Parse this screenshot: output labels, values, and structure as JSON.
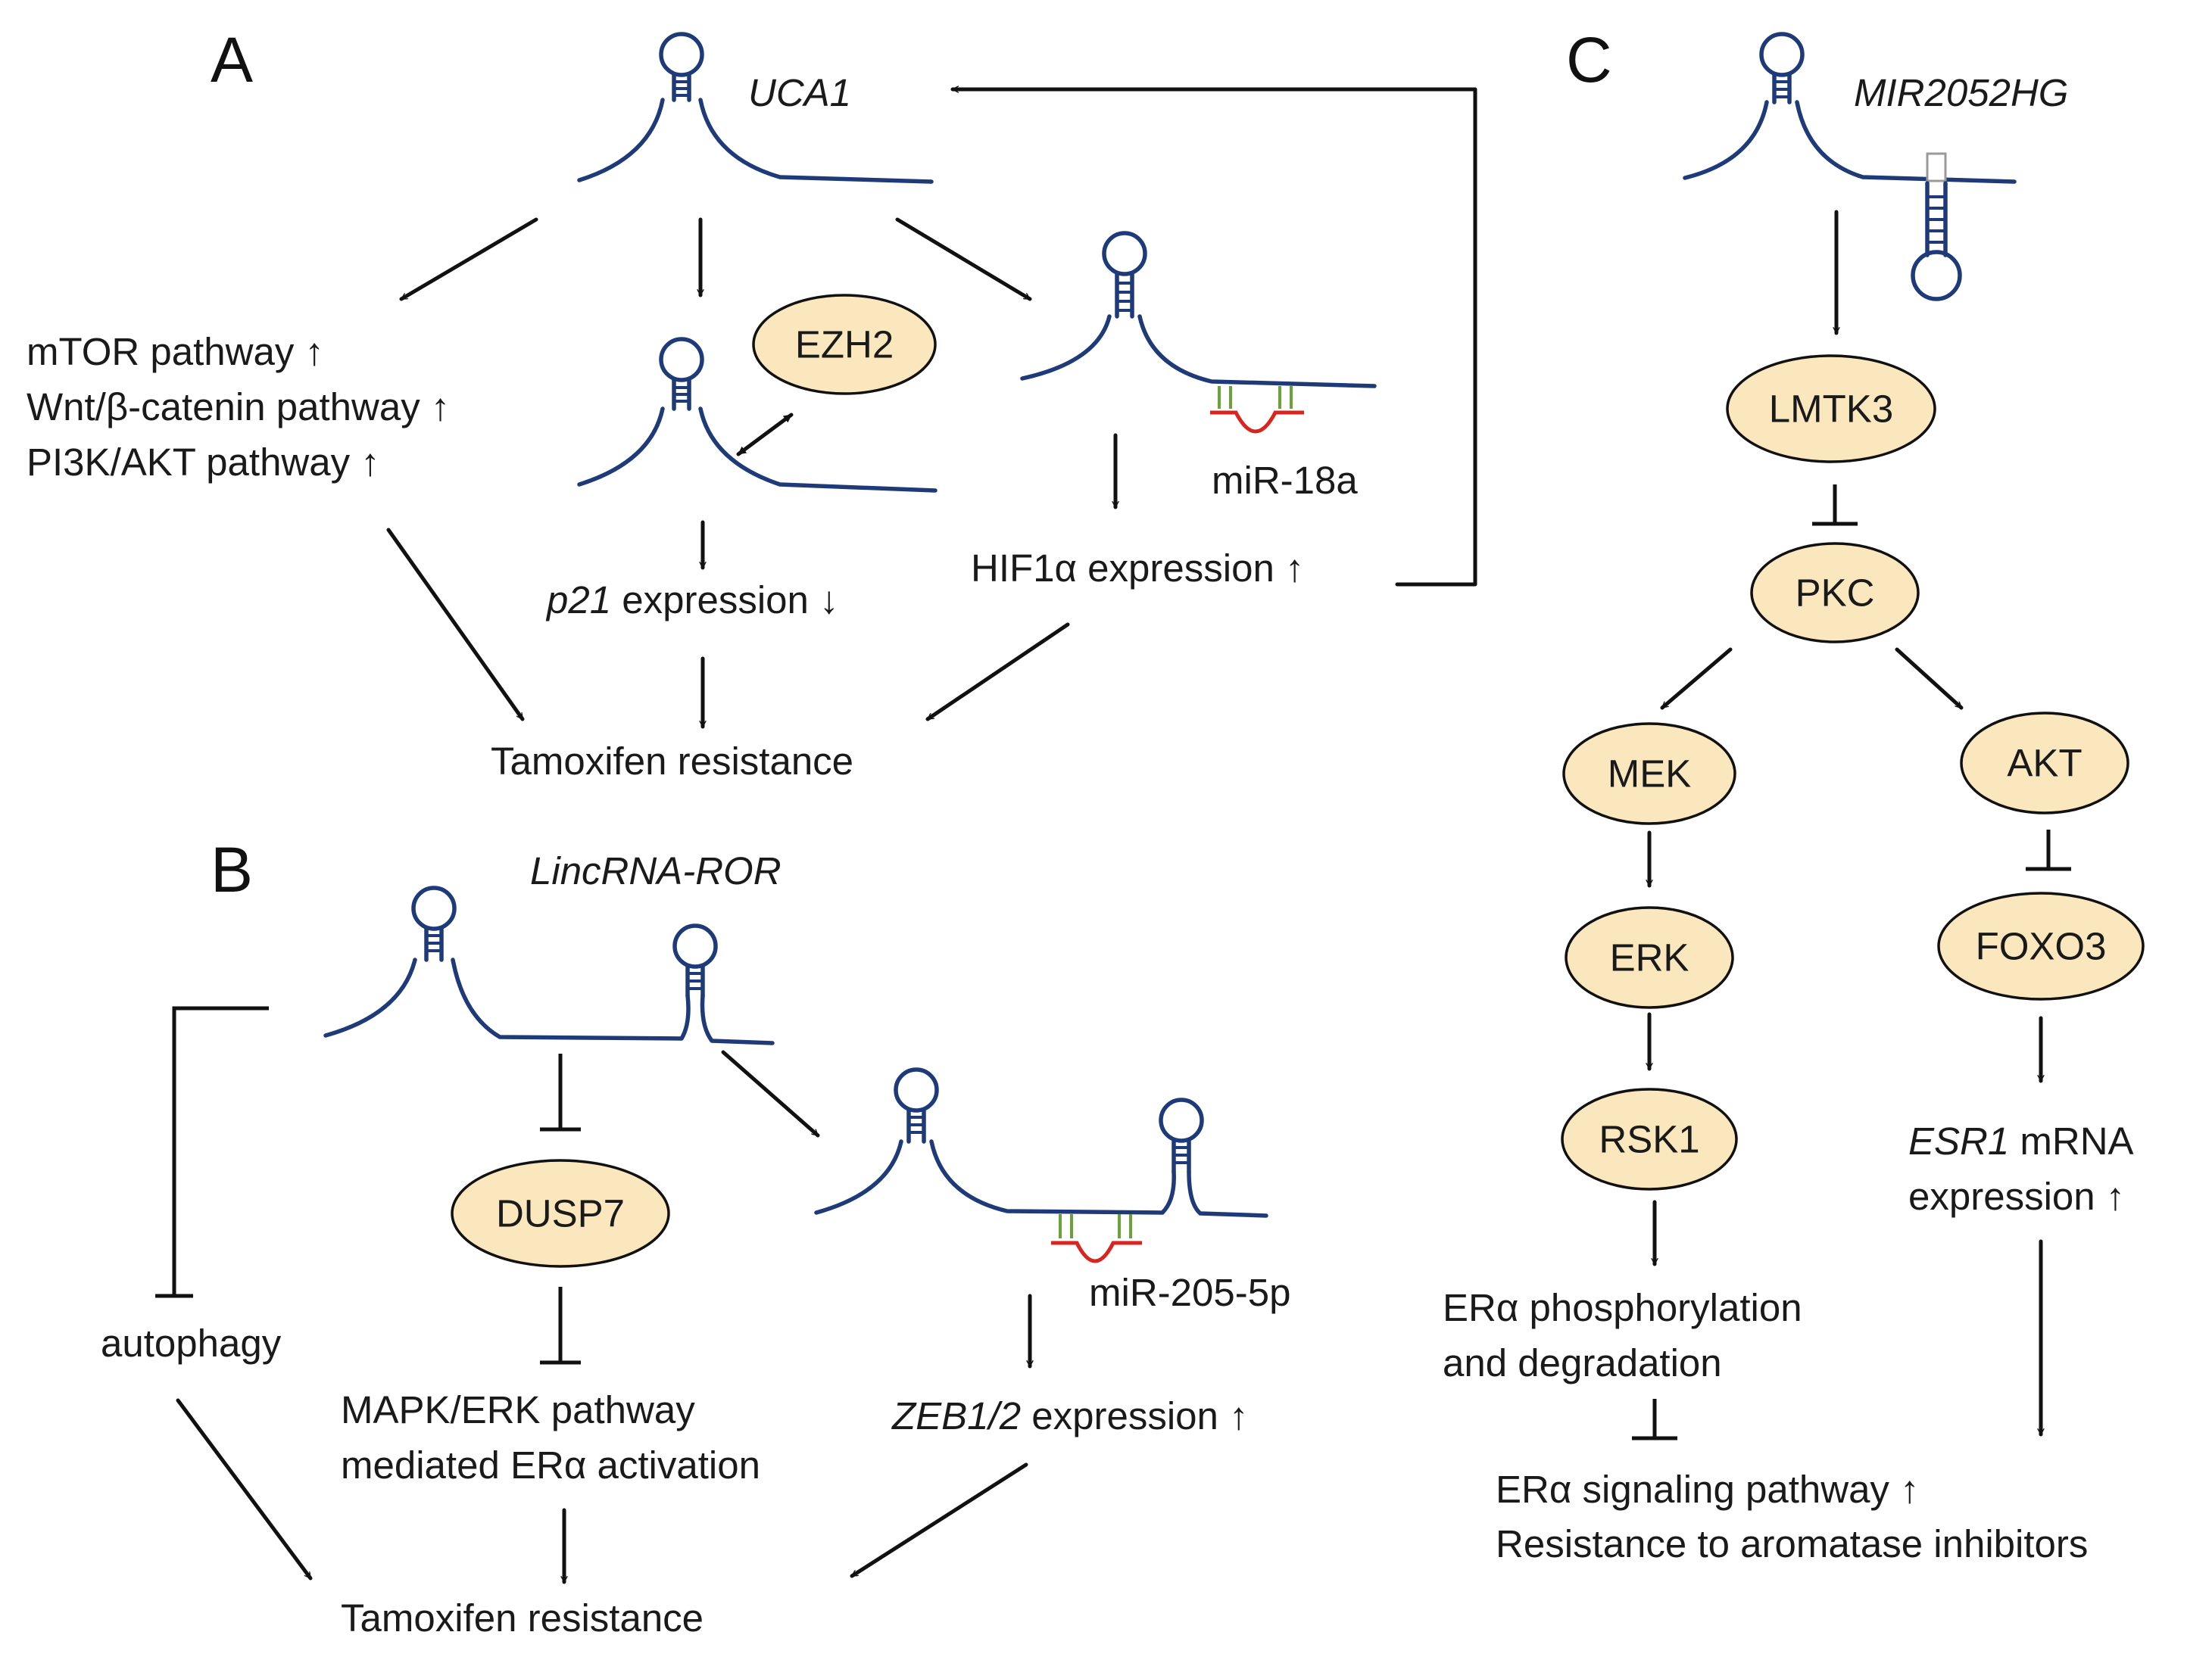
{
  "panels": {
    "A": {
      "label": "A",
      "gene": "UCA1",
      "pathways": [
        "mTOR pathway ↑",
        "Wnt/β-catenin pathway ↑",
        "PI3K/AKT pathway ↑"
      ],
      "ezh2": "EZH2",
      "p21_gene": "p21",
      "p21_rest": " expression ↓",
      "mirna": "miR-18a",
      "hif": "HIF1α expression ↑",
      "outcome": "Tamoxifen resistance"
    },
    "B": {
      "label": "B",
      "gene": "LincRNA-ROR",
      "autophagy": "autophagy",
      "dusp7": "DUSP7",
      "mapk_line1": "MAPK/ERK pathway",
      "mapk_line2": "mediated ERα activation",
      "mirna": "miR-205-5p",
      "zeb_gene": "ZEB1/2",
      "zeb_rest": " expression ↑",
      "outcome": "Tamoxifen resistance"
    },
    "C": {
      "label": "C",
      "gene": "MIR2052HG",
      "lmtk3": "LMTK3",
      "pkc": "PKC",
      "mek": "MEK",
      "erk": "ERK",
      "rsk1": "RSK1",
      "akt": "AKT",
      "foxo3": "FOXO3",
      "phos_line1": "ERα phosphorylation",
      "phos_line2": "and degradation",
      "esr1_gene": "ESR1",
      "esr1_rest": " mRNA",
      "esr1_line2": "expression ↑",
      "out_line1": "ERα signaling pathway ↑",
      "out_line2": "Resistance to aromatase inhibitors"
    }
  },
  "colors": {
    "node_fill": "#fbe7bd",
    "rna": "#1e3a78",
    "mirna": "#d9241f",
    "base_pair": "#6aa23a"
  }
}
